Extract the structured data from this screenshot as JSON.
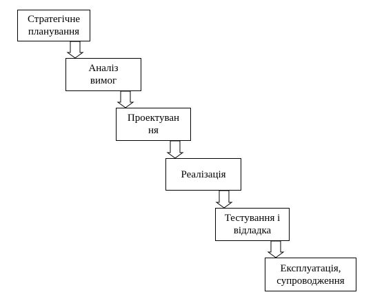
{
  "diagram": {
    "steps": [
      {
        "id": "strategic-planning",
        "lines": [
          "Стратегічне",
          "планування"
        ]
      },
      {
        "id": "requirements-analysis",
        "lines": [
          "Аналіз",
          "вимог"
        ]
      },
      {
        "id": "design",
        "lines": [
          "Проектуван",
          "ня"
        ]
      },
      {
        "id": "implementation",
        "lines": [
          "Реалізація"
        ]
      },
      {
        "id": "testing-debugging",
        "lines": [
          "Тестування і",
          "відладка"
        ]
      },
      {
        "id": "operation-maintenance",
        "lines": [
          "Експлуатація,",
          "супроводження"
        ]
      }
    ]
  }
}
